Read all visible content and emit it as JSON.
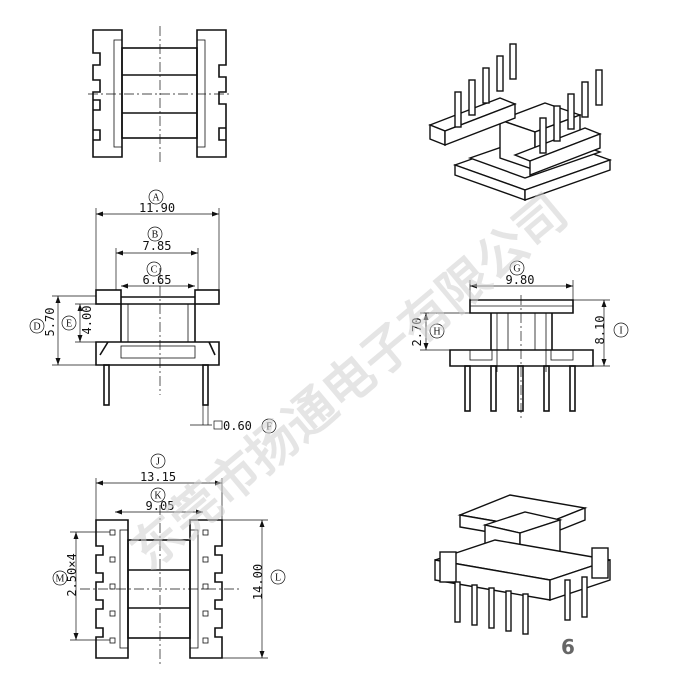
{
  "watermark": "东莞市扬通电子有限公司",
  "page_number": "6",
  "front_view": {
    "dims": [
      {
        "id": "A",
        "label": "A",
        "value": "11.90"
      },
      {
        "id": "B",
        "label": "B",
        "value": "7.85"
      },
      {
        "id": "C",
        "label": "C",
        "value": "6.65"
      },
      {
        "id": "D",
        "label": "D",
        "value": "5.70"
      },
      {
        "id": "E",
        "label": "E",
        "value": "4.00"
      },
      {
        "id": "F",
        "label": "F",
        "value": "0.60"
      }
    ]
  },
  "side_view": {
    "dims": [
      {
        "id": "G",
        "label": "G",
        "value": "9.80"
      },
      {
        "id": "H",
        "label": "H",
        "value": "2.70"
      },
      {
        "id": "I",
        "label": "I",
        "value": "8.10"
      }
    ]
  },
  "bottom_view": {
    "dims": [
      {
        "id": "J",
        "label": "J",
        "value": "13.15"
      },
      {
        "id": "K",
        "label": "K",
        "value": "9.05"
      },
      {
        "id": "L",
        "label": "L",
        "value": "14.00"
      },
      {
        "id": "M",
        "label": "M",
        "value": "2.50×4"
      }
    ]
  }
}
